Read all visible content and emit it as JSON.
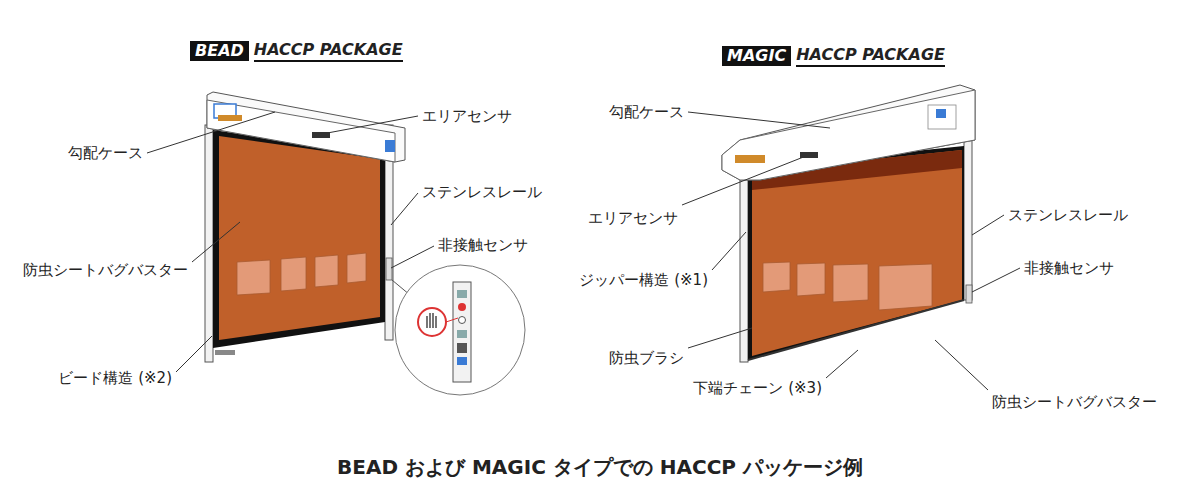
{
  "diagram": {
    "caption": "BEAD および MAGIC タイプでの HACCP パッケージ例",
    "nodes": [
      {
        "text": [
          "BEAD",
          "HACCP PACKAGE"
        ]
      },
      {
        "text": [
          "MAGIC",
          "HACCP PACKAGE"
        ]
      }
    ],
    "labels": [
      "勾配ケース",
      "エリアセンサ",
      "ステンレスレール",
      "非接触センサ",
      "防虫シートバグバスター",
      "ビード構造 (※2)",
      "勾配ケース",
      "エリアセンサ",
      "ジッパー構造 (※1)",
      "防虫ブラシ",
      "下端チェーン (※3)",
      "ステンレスレール",
      "非接触センサ",
      "防虫シートバグバスター"
    ]
  }
}
